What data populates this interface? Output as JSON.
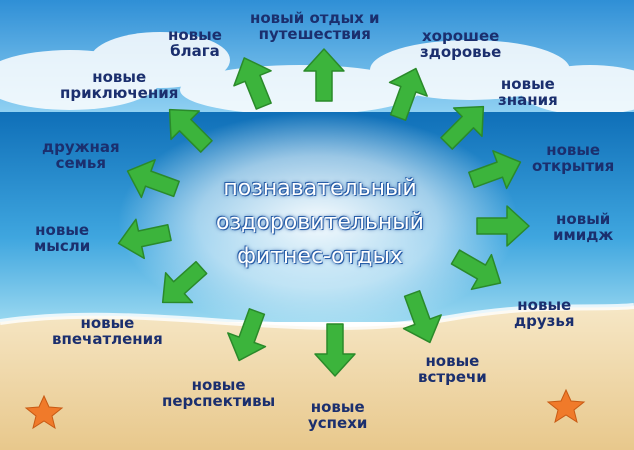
{
  "center_text": {
    "line1": "познавательный",
    "line2": "оздоровительный",
    "line3": "фитнес-отдых"
  },
  "labels": [
    {
      "line1": "новый отдых и",
      "line2": "путешествия"
    },
    {
      "line1": "хорошее",
      "line2": "здоровье"
    },
    {
      "line1": "новые",
      "line2": "знания"
    },
    {
      "line1": "новые",
      "line2": "открытия"
    },
    {
      "line1": "новый",
      "line2": "имидж"
    },
    {
      "line1": "новые",
      "line2": "друзья"
    },
    {
      "line1": "новые",
      "line2": "встречи"
    },
    {
      "line1": "новые",
      "line2": "успехи"
    },
    {
      "line1": "новые",
      "line2": "перспективы"
    },
    {
      "line1": "новые",
      "line2": "впечатления"
    },
    {
      "line1": "новые",
      "line2": "мысли"
    },
    {
      "line1": "дружная",
      "line2": "семья"
    },
    {
      "line1": "новые",
      "line2": "приключения"
    },
    {
      "line1": "новые",
      "line2": "блага"
    }
  ],
  "colors": {
    "text": "#1b2f6e",
    "arrow": "#3cb43c",
    "sky": "#3a9ee0",
    "sea": "#1f86cc",
    "sand": "#f2d9a6",
    "starfish": "#f07a2a"
  }
}
